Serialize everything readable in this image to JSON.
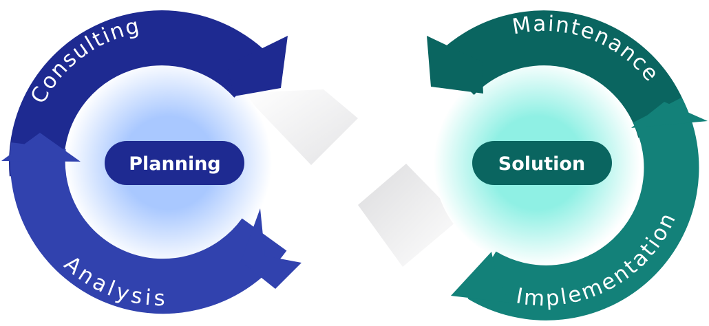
{
  "left_cycle": {
    "center_label": "Planning",
    "top_arc_label": "Consulting",
    "bottom_arc_label": "Analysis",
    "colors": {
      "top": "#1e2a91",
      "bottom": "#3142ae",
      "pill": "#1e2a91",
      "glow": "#a9c8ff"
    }
  },
  "right_cycle": {
    "center_label": "Solution",
    "top_arc_label": "Maintenance",
    "bottom_arc_label": "Implementation",
    "colors": {
      "top": "#0a6560",
      "bottom": "#138179",
      "pill": "#0a6560",
      "glow": "#8ff0e4"
    }
  }
}
